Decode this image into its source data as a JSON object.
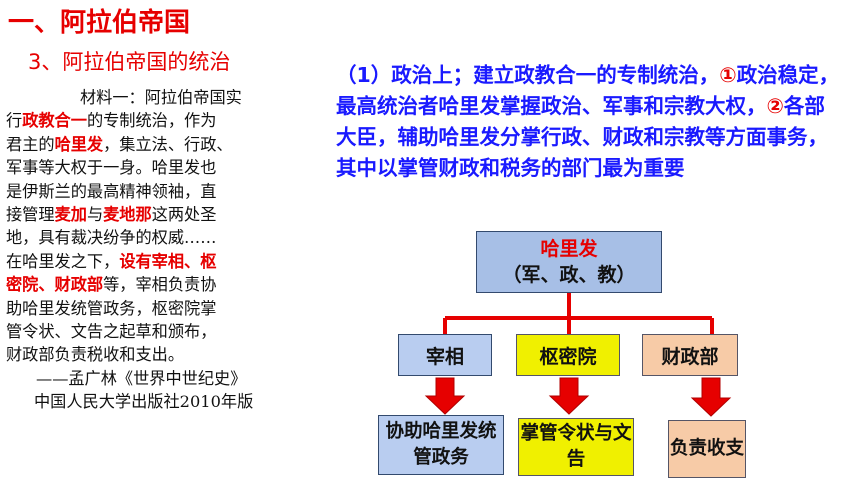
{
  "section_title": "一、阿拉伯帝国",
  "subsection_title": "3、阿拉伯帝国的统治",
  "material": {
    "lines": [
      [
        {
          "t": "材料一：阿拉伯帝国实",
          "red": false
        }
      ],
      [
        {
          "t": "行",
          "red": false
        },
        {
          "t": "政教合一",
          "red": true
        },
        {
          "t": "的专制统治，作为",
          "red": false
        }
      ],
      [
        {
          "t": "君主的",
          "red": false
        },
        {
          "t": "哈里发",
          "red": true
        },
        {
          "t": "，集立法、行政、",
          "red": false
        }
      ],
      [
        {
          "t": "军事等大权于一身。哈里发也",
          "red": false
        }
      ],
      [
        {
          "t": "是伊斯兰的最高精神领袖，直",
          "red": false
        }
      ],
      [
        {
          "t": "接管理",
          "red": false
        },
        {
          "t": "麦加",
          "red": true
        },
        {
          "t": "与",
          "red": false
        },
        {
          "t": "麦地那",
          "red": true
        },
        {
          "t": "这两处圣",
          "red": false
        }
      ],
      [
        {
          "t": "地，具有裁决纷争的权威……",
          "red": false
        }
      ],
      [
        {
          "t": "在哈里发之下，",
          "red": false
        },
        {
          "t": "设有宰相、枢",
          "red": true
        }
      ],
      [
        {
          "t": "密院、财政部",
          "red": true
        },
        {
          "t": "等，宰相负责协",
          "red": false
        }
      ],
      [
        {
          "t": "助哈里发统管政务，枢密院掌",
          "red": false
        }
      ],
      [
        {
          "t": "管令状、文告之起草和颁布，",
          "red": false
        }
      ],
      [
        {
          "t": "财政部负责税收和支出。",
          "red": false
        }
      ]
    ],
    "source_author": "——孟广林《世界中世纪史》",
    "source_publisher": "中国人民大学出版社2010年版"
  },
  "politics": {
    "prefix": "（1）政治上；建立政教合一的专制统治，",
    "mark1": "①",
    "part1": "政治稳定，最高统治者哈里发掌握政治、军事和宗教大权，",
    "mark2": "②",
    "part2": "各部大臣，辅助哈里发分掌行政、财政和宗教等方面事务，其中以掌管财政和税务的部门最为重要"
  },
  "diagram": {
    "top": {
      "title": "哈里发",
      "subtitle": "（军、政、教）"
    },
    "ministries": [
      "宰相",
      "枢密院",
      "财政部"
    ],
    "duties": [
      "协助哈里发统管政务",
      "掌管令状与文告",
      "负责收支"
    ],
    "colors": {
      "connector": "#e60000",
      "arrow": "#e60000",
      "blue_box": "#b9cdf0",
      "yellow_box": "#f0f000",
      "orange_box": "#f7cba7"
    }
  }
}
